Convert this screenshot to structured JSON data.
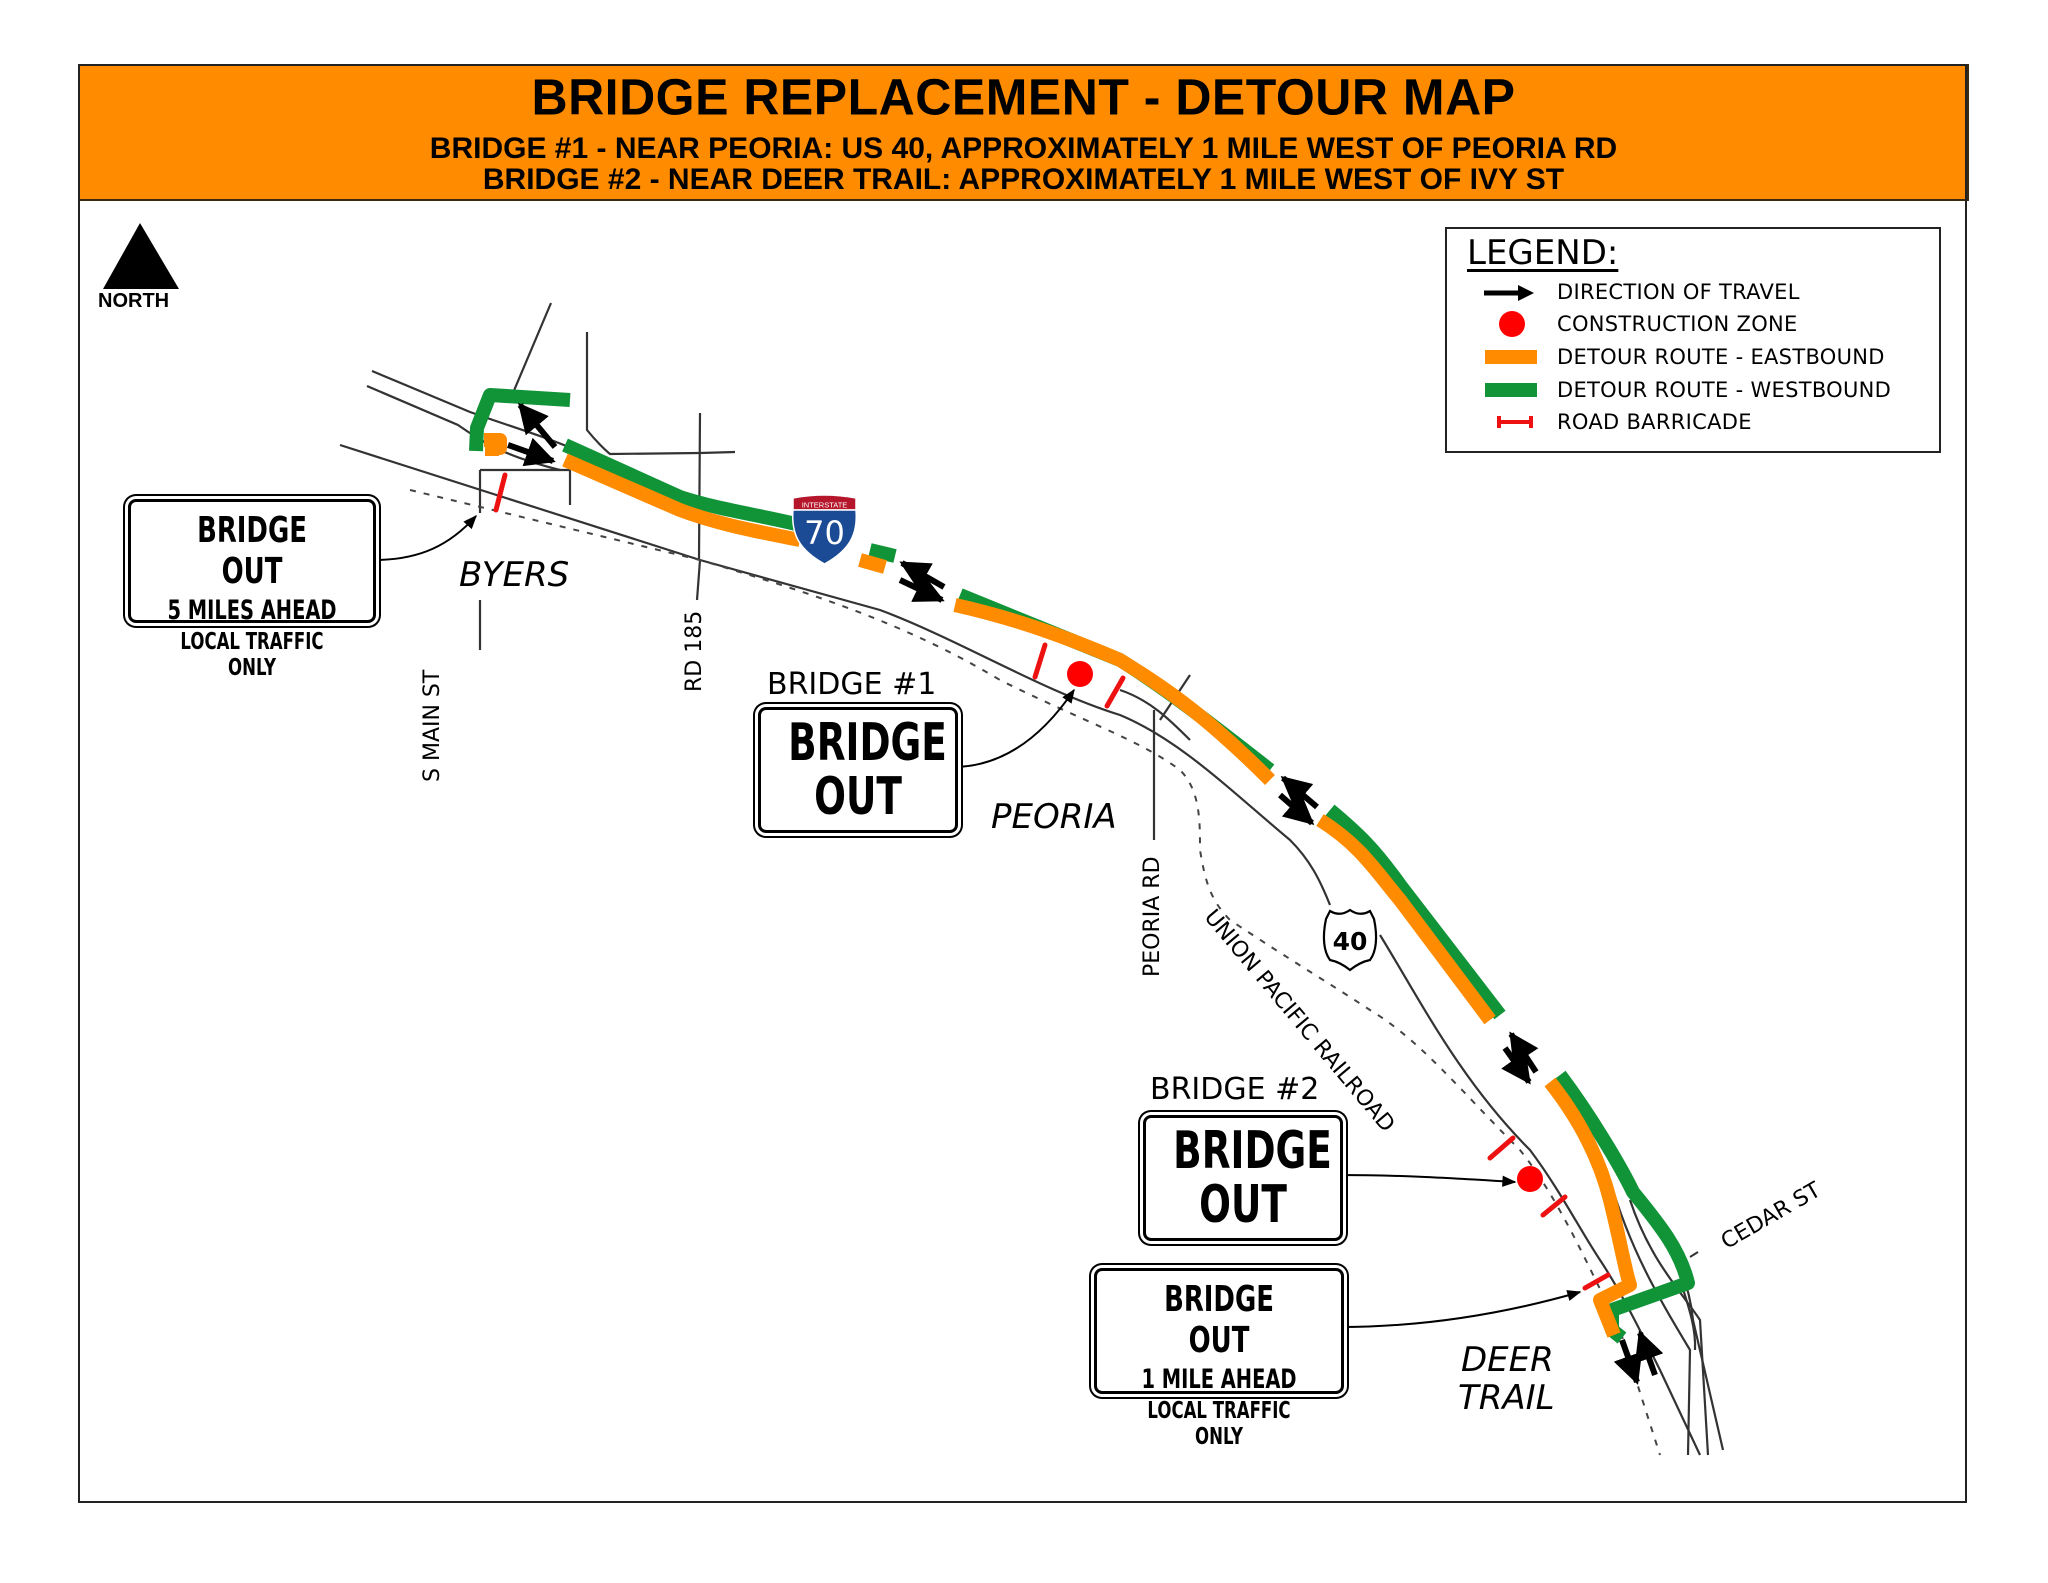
{
  "header": {
    "title": "BRIDGE REPLACEMENT - DETOUR MAP",
    "subtitle_1": "BRIDGE #1 - NEAR PEORIA: US 40, APPROXIMATELY 1 MILE WEST OF PEORIA RD",
    "subtitle_2": "BRIDGE #2 - NEAR DEER TRAIL: APPROXIMATELY 1 MILE WEST OF IVY ST",
    "background_color": "#FF8C00"
  },
  "north_arrow": {
    "label": "NORTH"
  },
  "legend": {
    "title": "LEGEND:",
    "items": [
      {
        "symbol": "arrow-icon",
        "label": "DIRECTION OF TRAVEL",
        "color": "#000000"
      },
      {
        "symbol": "red-dot-icon",
        "label": "CONSTRUCTION ZONE",
        "color": "#FF0000"
      },
      {
        "symbol": "orange-bar-icon",
        "label": "DETOUR ROUTE - EASTBOUND",
        "color": "#FF8C00"
      },
      {
        "symbol": "green-bar-icon",
        "label": "DETOUR ROUTE - WESTBOUND",
        "color": "#119438"
      },
      {
        "symbol": "barricade-icon",
        "label": "ROAD BARRICADE",
        "color": "#EE1111"
      }
    ]
  },
  "signs": {
    "byers": {
      "line1": "BRIDGE OUT",
      "line2": "5 MILES AHEAD",
      "line3": "LOCAL TRAFFIC ONLY"
    },
    "bridge1": {
      "caption": "BRIDGE #1",
      "line1": "BRIDGE",
      "line2": "OUT"
    },
    "bridge2": {
      "caption": "BRIDGE #2",
      "line1": "BRIDGE",
      "line2": "OUT"
    },
    "deer_trail": {
      "line1": "BRIDGE OUT",
      "line2": "1 MILE AHEAD",
      "line3": "LOCAL TRAFFIC ONLY"
    }
  },
  "towns": {
    "byers": "BYERS",
    "peoria": "PEORIA",
    "deer_trail_1": "DEER",
    "deer_trail_2": "TRAIL"
  },
  "roads": {
    "s_main_st": "S MAIN ST",
    "rd_185": "RD 185",
    "peoria_rd": "PEORIA RD",
    "union_pacific": "UNION PACIFIC RAILROAD",
    "cedar_st": "CEDAR ST"
  },
  "shields": {
    "interstate": {
      "top": "INTERSTATE",
      "number": "70",
      "top_color": "#B5162B",
      "body_color": "#1B4B94"
    },
    "us_route": {
      "number": "40"
    }
  }
}
